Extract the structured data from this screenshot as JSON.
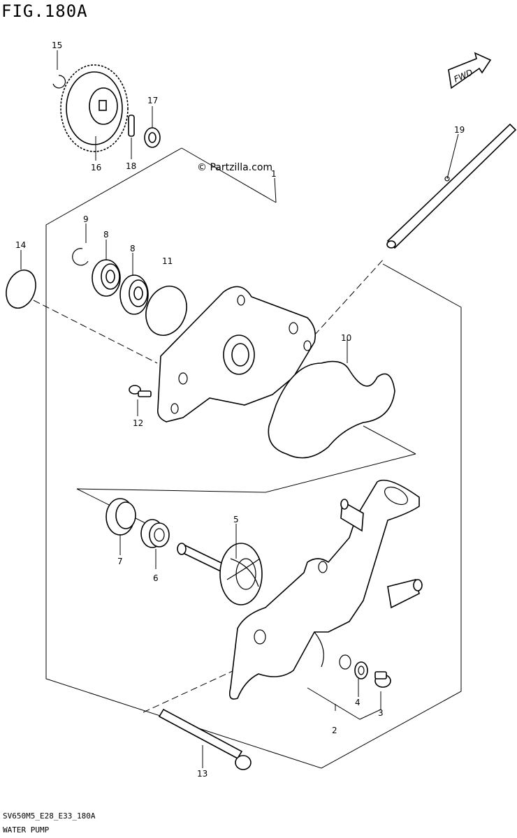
{
  "figure": {
    "title": "FIG.180A",
    "watermark": "© Partzilla.com",
    "fwd_label": "FWD",
    "footer_code": "SV650M5_E28_E33_180A",
    "footer_name": "WATER PUMP"
  },
  "callouts": {
    "c1": "1",
    "c2": "2",
    "c3": "3",
    "c4": "4",
    "c5": "5",
    "c6": "6",
    "c7": "7",
    "c8a": "8",
    "c8b": "8",
    "c9": "9",
    "c10": "10",
    "c11": "11",
    "c12": "12",
    "c13": "13",
    "c14": "14",
    "c15": "15",
    "c16": "16",
    "c17": "17",
    "c18": "18",
    "c19": "19"
  }
}
